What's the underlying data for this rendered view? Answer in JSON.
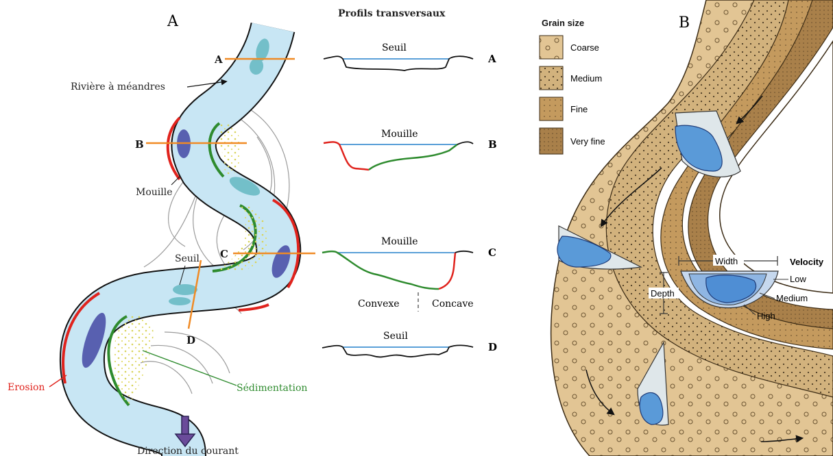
{
  "panelA": {
    "panel_label": "A",
    "profiles_title": "Profils transversaux",
    "labels": {
      "riviere": "Rivière à méandres",
      "mouille": "Mouille",
      "seuil": "Seuil",
      "erosion": "Erosion",
      "sedimentation": "Sédimentation",
      "direction": "Direction du courant"
    },
    "section_letters": [
      "A",
      "B",
      "C",
      "D"
    ],
    "profiles": [
      {
        "letter": "A",
        "label": "Seuil"
      },
      {
        "letter": "B",
        "label": "Mouille"
      },
      {
        "letter": "C",
        "label": "Mouille",
        "left_note": "Convexe",
        "right_note": "Concave"
      },
      {
        "letter": "D",
        "label": "Seuil"
      }
    ]
  },
  "panelB": {
    "panel_label": "B",
    "grain_title": "Grain size",
    "grain_items": [
      {
        "label": "Coarse",
        "color": "#e2c594"
      },
      {
        "label": "Medium",
        "color": "#d2b27d"
      },
      {
        "label": "Fine",
        "color": "#c49a5e"
      },
      {
        "label": "Very fine",
        "color": "#a9804a"
      }
    ],
    "width_label": "Width",
    "depth_label": "Depth",
    "velocity_title": "Velocity",
    "velocity_items": [
      "Low",
      "Medium",
      "High"
    ]
  },
  "colors": {
    "water": "#c8e6f4",
    "pool": "#5860b0",
    "bar": "#73bfc9",
    "erosion": "#e0231d",
    "sedimentation": "#2e8b2e",
    "section_line": "#f08a24",
    "water_level": "#5aa0d8"
  }
}
